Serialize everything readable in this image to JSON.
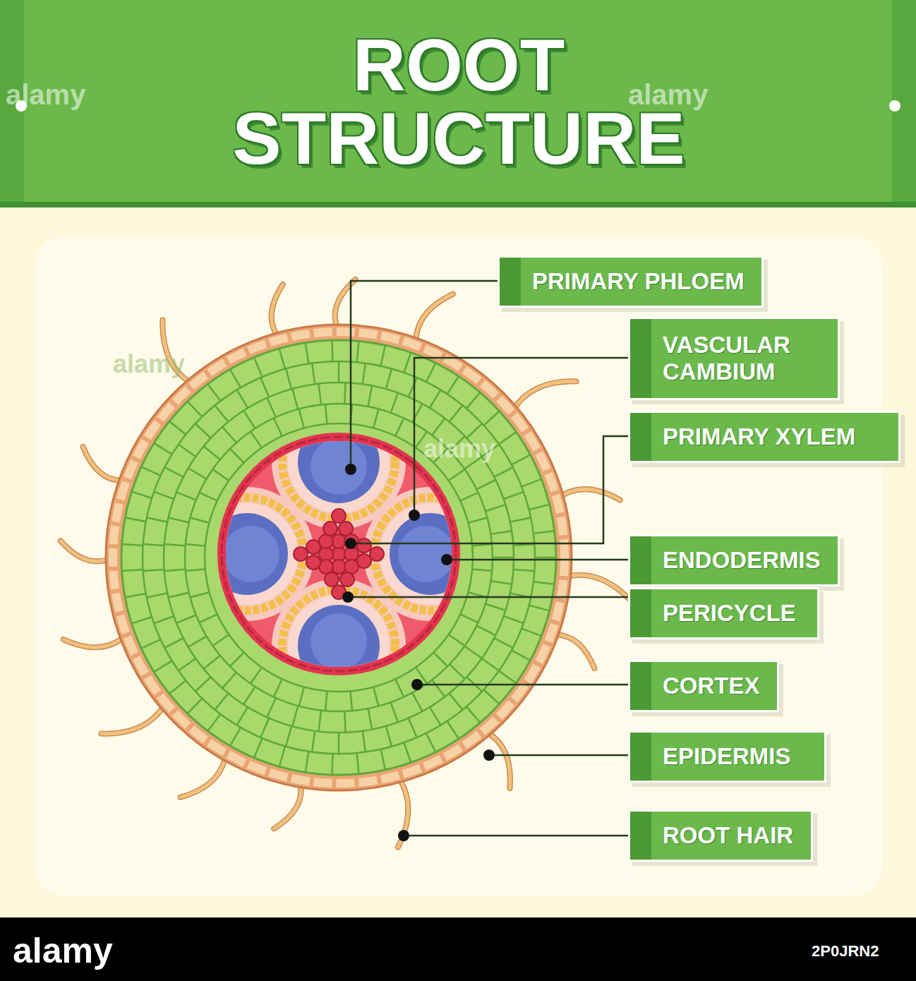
{
  "diagram": {
    "title": "ROOT STRUCTURE",
    "nodes": [
      {
        "text": [
          "PRIMARY PHLOEM"
        ]
      },
      {
        "text": [
          "VASCULAR CAMBIUM"
        ]
      },
      {
        "text": [
          "PRIMARY XYLEM"
        ]
      },
      {
        "text": [
          "ENDODERMIS"
        ]
      },
      {
        "text": [
          "PERICYCLE"
        ]
      },
      {
        "text": [
          "CORTEX"
        ]
      },
      {
        "text": [
          "EPIDERMIS"
        ]
      },
      {
        "text": [
          "ROOT HAIR"
        ]
      }
    ],
    "labels": [
      "alamy",
      "alamy",
      "alamy",
      "alamy",
      "alamy",
      "2P0JRN2"
    ]
  }
}
